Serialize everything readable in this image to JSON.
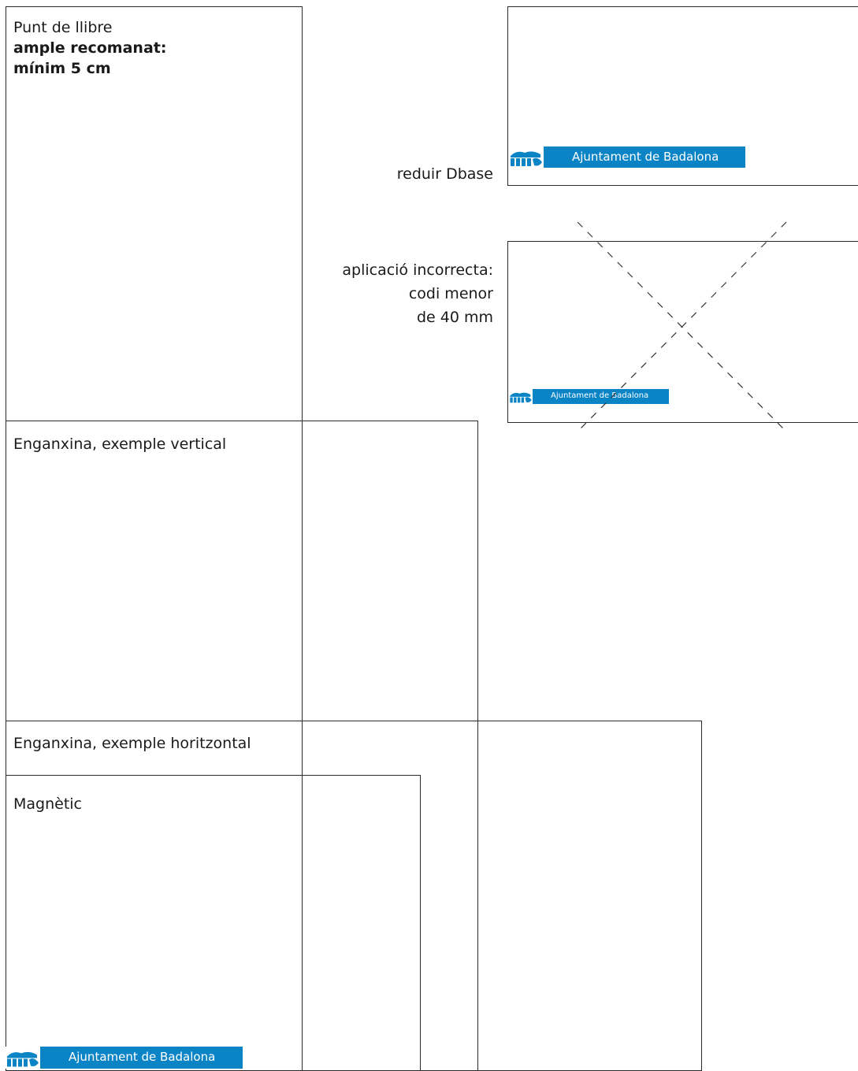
{
  "panels": {
    "punt_de_llibre": {
      "title": "Punt de llibre",
      "subtitle_line1": "ample recomanat:",
      "subtitle_line2": "mínim 5 cm"
    },
    "reduir": {
      "label": "reduir Dbase",
      "brand_text": "Ajuntament de Badalona"
    },
    "incorrecta": {
      "line1": "aplicació  incorrecta:",
      "line2": "codi menor",
      "line3": "de 40 mm",
      "brand_text": "Ajuntament de Badalona"
    },
    "enganxina_vertical": {
      "title": "Enganxina, exemple vertical"
    },
    "enganxina_horitzontal": {
      "title": "Enganxina, exemple horitzontal"
    },
    "magnetic": {
      "title": "Magnètic",
      "brand_text": "Ajuntament de Badalona"
    }
  },
  "colors": {
    "brand_blue": "#0b84c6",
    "frame_stroke": "#2a2a2a",
    "dashed_cross": "#333333"
  },
  "icons": {
    "crest": "badalona-crest-icon",
    "cross": "incorrect-cross-icon"
  }
}
